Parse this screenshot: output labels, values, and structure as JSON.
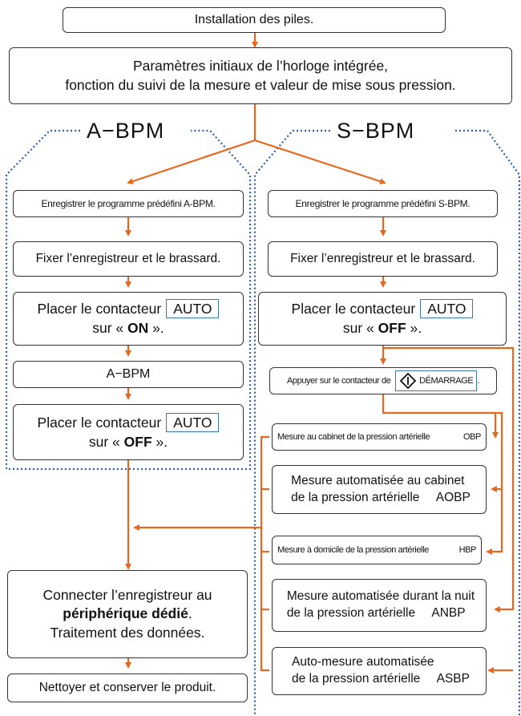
{
  "steps": {
    "install": "Installation des piles.",
    "initial_line1": "Paramètres initiaux de l’horloge intégrée,",
    "initial_line2": "fonction du suivi de la mesure et valeur de mise sous pression."
  },
  "sections": {
    "left": "A−BPM",
    "right": "S−BPM"
  },
  "abpm": {
    "register": "Enregistrer le programme prédéfini A-BPM.",
    "fix": "Fixer l’enregistreur et le brassard.",
    "place_prefix": "Placer le contacteur",
    "auto_key": "AUTO",
    "on_pre": "sur « ",
    "on_value": "ON",
    "on_post": " ».",
    "abpm_step": "A−BPM",
    "place2_prefix": "Placer le contacteur",
    "off_pre": "sur « ",
    "off_value": "OFF",
    "off_post": " »."
  },
  "sbpm": {
    "register": "Enregistrer le programme prédéfini S-BPM.",
    "fix": "Fixer l’enregistreur et le brassard.",
    "place_prefix": "Placer le contacteur",
    "auto_key": "AUTO",
    "off_pre": "sur « ",
    "off_value": "OFF",
    "off_post": " ».",
    "press_prefix": "Appuyer sur le contacteur de",
    "start_key": "DÉMARRAGE",
    "press_suffix": ".",
    "obp_label": "Mesure au cabinet de la pression artérielle",
    "obp_code": "OBP",
    "aobp_line1": "Mesure automatisée au cabinet",
    "aobp_line2": "de la pression artérielle",
    "aobp_code": "AOBP",
    "hbp_label": "Mesure à domicile de la pression artérielle",
    "hbp_code": "HBP",
    "anbp_line1": "Mesure automatisée durant la nuit",
    "anbp_line2": "de la pression artérielle",
    "anbp_code": "ANBP",
    "asbp_line1": "Auto-mesure automatisée",
    "asbp_line2": "de la pression artérielle",
    "asbp_code": "ASBP"
  },
  "final": {
    "connect_line1": "Connecter l’enregistreur au",
    "connect_bold": "périphérique dédié",
    "connect_after": ".",
    "connect_line3": "Traitement des données.",
    "clean": "Nettoyer et conserver le produit."
  },
  "colors": {
    "arrow": "#e8671e",
    "dotted": "#2b5fa8",
    "box_border": "#333333",
    "key_border": "#3a78b5"
  }
}
